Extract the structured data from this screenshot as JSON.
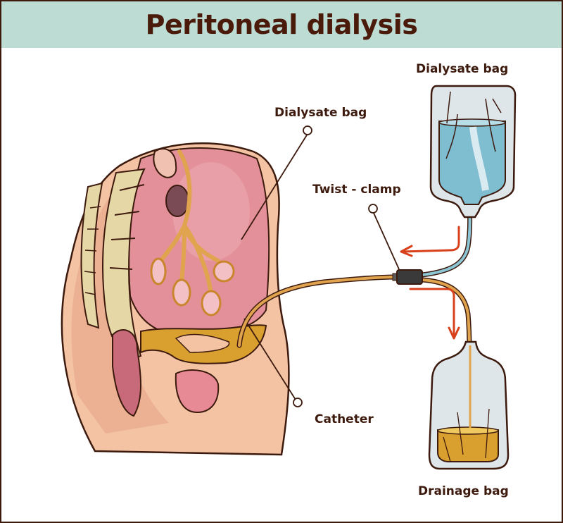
{
  "title": "Peritoneal dialysis",
  "labels": {
    "dialysate_bag_top": "Dialysate bag",
    "dialysate_bag_abdomen": "Dialysate bag",
    "twist_clamp": "Twist - clamp",
    "catheter": "Catheter",
    "drainage_bag": "Drainage bag"
  },
  "colors": {
    "title_bg": "#bcdcd4",
    "title_text": "#4a1a0a",
    "outline": "#3d1a0e",
    "skin": "#f3c3a4",
    "abdomen_cavity": "#e3909a",
    "dialysate_fluid": "#7fbdd0",
    "drain_fluid": "#d9a030",
    "flow_arrow": "#d8401c",
    "clamp": "#3a3a3a"
  }
}
